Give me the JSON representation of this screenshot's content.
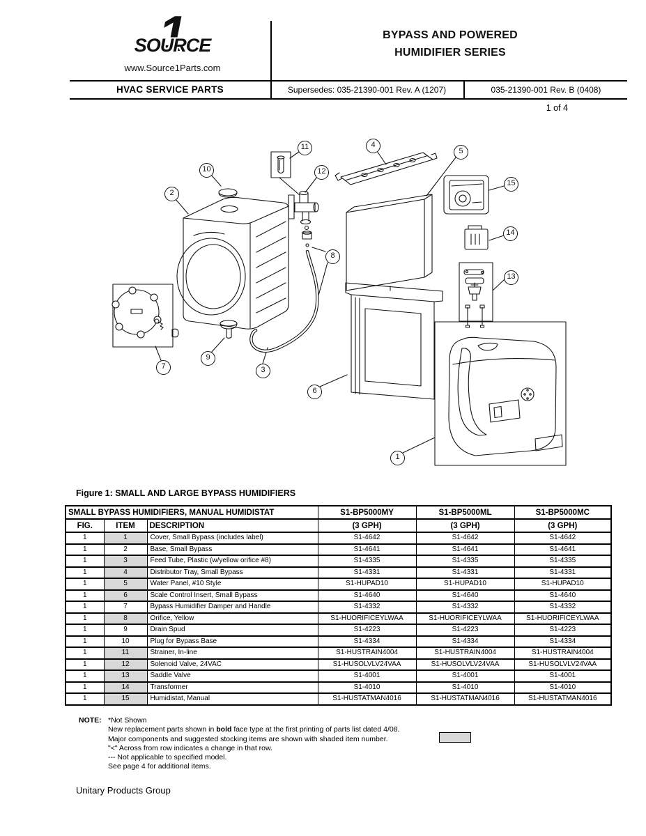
{
  "header": {
    "logo": {
      "numeral": "1",
      "word": "SOURCE",
      "website": "www.Source1Parts.com"
    },
    "title_line1": "BYPASS AND POWERED",
    "title_line2": "HUMIDIFIER SERIES",
    "left_cell": "HVAC SERVICE PARTS",
    "supersedes": "Supersedes: 035-21390-001 Rev. A (1207)",
    "revision": "035-21390-001 Rev. B (0408)",
    "page": "1 of 4"
  },
  "figure": {
    "caption": "Figure 1: SMALL AND LARGE BYPASS HUMIDIFIERS",
    "callouts": [
      {
        "n": "1"
      },
      {
        "n": "2"
      },
      {
        "n": "3"
      },
      {
        "n": "4"
      },
      {
        "n": "5"
      },
      {
        "n": "6"
      },
      {
        "n": "7"
      },
      {
        "n": "8"
      },
      {
        "n": "9"
      },
      {
        "n": "10"
      },
      {
        "n": "11"
      },
      {
        "n": "12"
      },
      {
        "n": "13"
      },
      {
        "n": "14"
      },
      {
        "n": "15"
      }
    ]
  },
  "table": {
    "group_header": "SMALL BYPASS HUMIDIFIERS, MANUAL HUMIDISTAT",
    "model_headers": [
      "S1-BP5000MY",
      "S1-BP5000ML",
      "S1-BP5000MC"
    ],
    "sub_headers": [
      "FIG.",
      "ITEM",
      "DESCRIPTION",
      "(3 GPH)",
      "(3 GPH)",
      "(3 GPH)"
    ],
    "rows": [
      {
        "fig": "1",
        "item": "1",
        "shaded": true,
        "description": "Cover, Small Bypass (includes label)",
        "parts": [
          "S1-4642",
          "S1-4642",
          "S1-4642"
        ]
      },
      {
        "fig": "1",
        "item": "2",
        "shaded": false,
        "description": "Base, Small Bypass",
        "parts": [
          "S1-4641",
          "S1-4641",
          "S1-4641"
        ]
      },
      {
        "fig": "1",
        "item": "3",
        "shaded": true,
        "description": "Feed Tube, Plastic (w/yellow orifice #8)",
        "parts": [
          "S1-4335",
          "S1-4335",
          "S1-4335"
        ]
      },
      {
        "fig": "1",
        "item": "4",
        "shaded": true,
        "description": "Distributor Tray, Small Bypass",
        "parts": [
          "S1-4331",
          "S1-4331",
          "S1-4331"
        ]
      },
      {
        "fig": "1",
        "item": "5",
        "shaded": true,
        "description": "Water Panel, #10 Style",
        "parts": [
          "S1-HUPAD10",
          "S1-HUPAD10",
          "S1-HUPAD10"
        ]
      },
      {
        "fig": "1",
        "item": "6",
        "shaded": true,
        "description": "Scale Control Insert, Small Bypass",
        "parts": [
          "S1-4640",
          "S1-4640",
          "S1-4640"
        ]
      },
      {
        "fig": "1",
        "item": "7",
        "shaded": false,
        "description": "Bypass Humidifier Damper and Handle",
        "parts": [
          "S1-4332",
          "S1-4332",
          "S1-4332"
        ]
      },
      {
        "fig": "1",
        "item": "8",
        "shaded": true,
        "description": "Orifice, Yellow",
        "parts": [
          "S1-HUORIFICEYLWAA",
          "S1-HUORIFICEYLWAA",
          "S1-HUORIFICEYLWAA"
        ]
      },
      {
        "fig": "1",
        "item": "9",
        "shaded": false,
        "description": "Drain Spud",
        "parts": [
          "S1-4223",
          "S1-4223",
          "S1-4223"
        ]
      },
      {
        "fig": "1",
        "item": "10",
        "shaded": false,
        "description": "Plug for Bypass Base",
        "parts": [
          "S1-4334",
          "S1-4334",
          "S1-4334"
        ]
      },
      {
        "fig": "1",
        "item": "11",
        "shaded": true,
        "description": "Strainer, In-line",
        "parts": [
          "S1-HUSTRAIN4004",
          "S1-HUSTRAIN4004",
          "S1-HUSTRAIN4004"
        ]
      },
      {
        "fig": "1",
        "item": "12",
        "shaded": true,
        "description": "Solenoid Valve, 24VAC",
        "parts": [
          "S1-HUSOLVLV24VAA",
          "S1-HUSOLVLV24VAA",
          "S1-HUSOLVLV24VAA"
        ]
      },
      {
        "fig": "1",
        "item": "13",
        "shaded": true,
        "description": "Saddle Valve",
        "parts": [
          "S1-4001",
          "S1-4001",
          "S1-4001"
        ]
      },
      {
        "fig": "1",
        "item": "14",
        "shaded": true,
        "description": "Transformer",
        "parts": [
          "S1-4010",
          "S1-4010",
          "S1-4010"
        ]
      },
      {
        "fig": "1",
        "item": "15",
        "shaded": true,
        "description": "Humidistat, Manual",
        "parts": [
          "S1-HUSTATMAN4016",
          "S1-HUSTATMAN4016",
          "S1-HUSTATMAN4016"
        ]
      }
    ]
  },
  "notes": {
    "label": "NOTE:",
    "line1": "*Not Shown",
    "line2_pre": "New replacement parts shown in ",
    "line2_bold": "bold",
    "line2_post": " face type at the first printing of parts list dated 4/08.",
    "line3": "Major components and suggested stocking items are shown with shaded item number.",
    "line4": "\"<\" Across from row indicates a change in that row.",
    "line5": "--- Not applicable to specified model.",
    "line6": "See page 4 for additional items."
  },
  "footer": {
    "text": "Unitary Products Group"
  },
  "colors": {
    "shaded_cell": "#d8d8d8",
    "line": "#000000"
  }
}
